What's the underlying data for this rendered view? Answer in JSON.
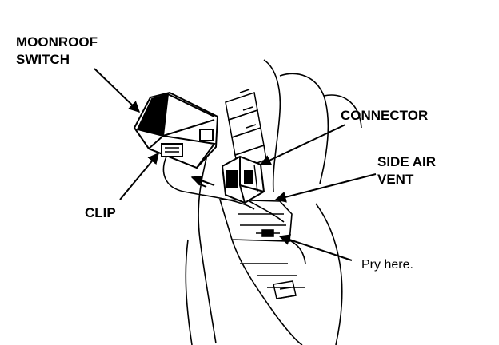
{
  "labels": {
    "moonroof_switch_line1": "MOONROOF",
    "moonroof_switch_line2": "SWITCH",
    "connector": "CONNECTOR",
    "side_air_vent_line1": "SIDE AIR",
    "side_air_vent_line2": "VENT",
    "clip": "CLIP",
    "pry_here": "Pry here."
  },
  "colors": {
    "ink": "#000000",
    "paper": "#ffffff"
  }
}
